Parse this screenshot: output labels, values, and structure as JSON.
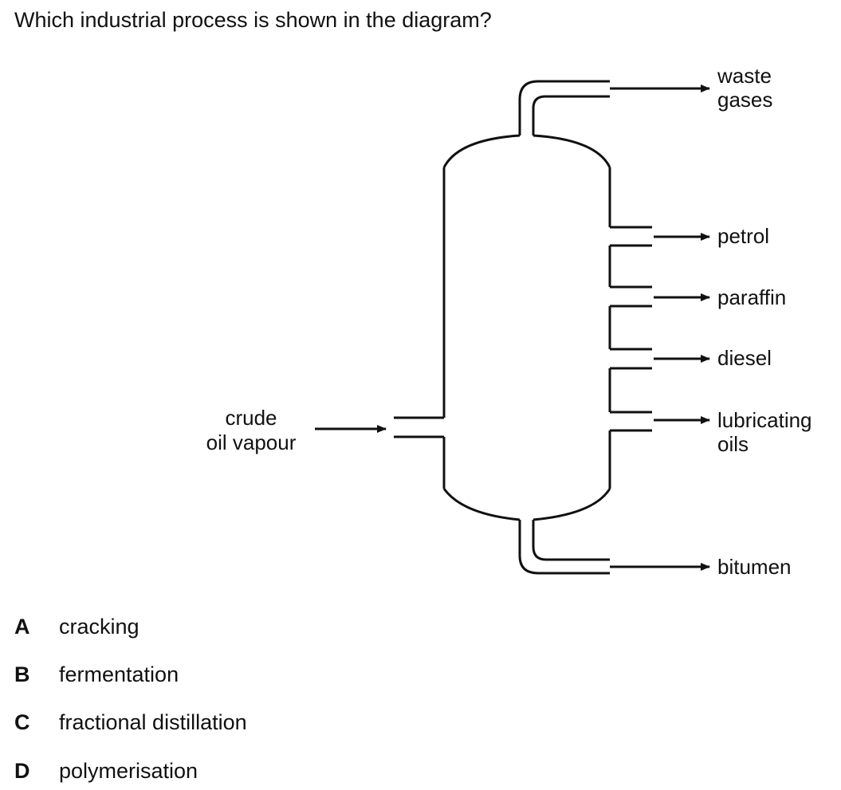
{
  "question": "Which industrial process is shown in the diagram?",
  "diagram": {
    "input_label": [
      "crude",
      "oil vapour"
    ],
    "outputs": {
      "waste_gases": [
        "waste",
        "gases"
      ],
      "petrol": "petrol",
      "paraffin": "paraffin",
      "diesel": "diesel",
      "lubricating_oils": [
        "lubricating",
        "oils"
      ],
      "bitumen": "bitumen"
    }
  },
  "options": [
    {
      "letter": "A",
      "text": "cracking"
    },
    {
      "letter": "B",
      "text": "fermentation"
    },
    {
      "letter": "C",
      "text": "fractional distillation"
    },
    {
      "letter": "D",
      "text": "polymerisation"
    }
  ]
}
